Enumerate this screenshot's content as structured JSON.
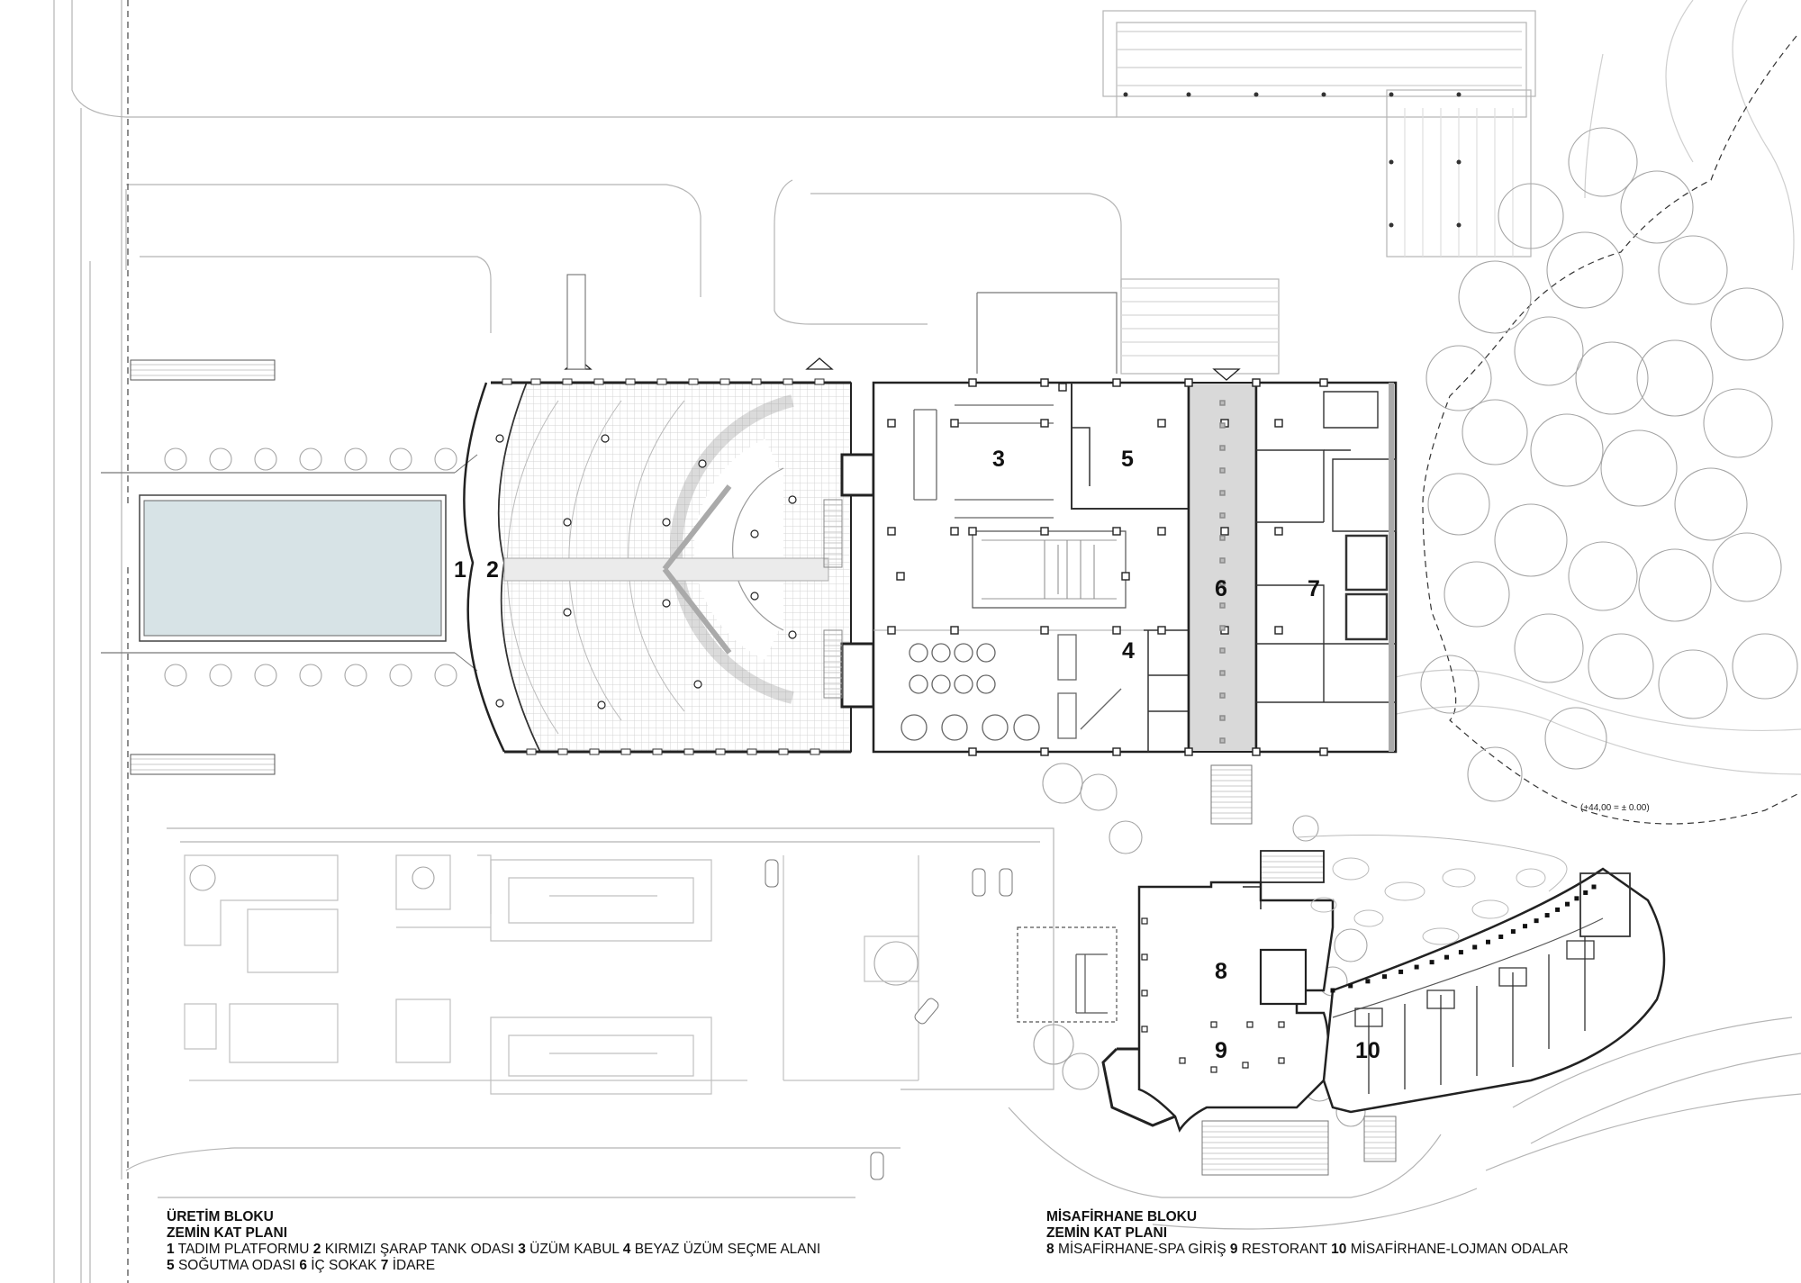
{
  "rooms": [
    {
      "num": "1"
    },
    {
      "num": "2"
    },
    {
      "num": "3"
    },
    {
      "num": "4"
    },
    {
      "num": "5"
    },
    {
      "num": "6"
    },
    {
      "num": "7"
    },
    {
      "num": "8"
    },
    {
      "num": "9"
    },
    {
      "num": "10"
    }
  ],
  "elevation_note": "(+44,00 = ± 0.00)",
  "legend_production": {
    "title1": "ÜRETİM BLOKU",
    "title2": "ZEMİN KAT PLANI",
    "items": [
      {
        "num": "1",
        "text": "TADIM PLATFORMU"
      },
      {
        "num": "2",
        "text": "KIRMIZI ŞARAP TANK ODASI"
      },
      {
        "num": "3",
        "text": "ÜZÜM KABUL"
      },
      {
        "num": "4",
        "text": "BEYAZ ÜZÜM SEÇME ALANI"
      },
      {
        "num": "5",
        "text": "SOĞUTMA ODASI"
      },
      {
        "num": "6",
        "text": "İÇ SOKAK"
      },
      {
        "num": "7",
        "text": "İDARE"
      }
    ]
  },
  "legend_guest": {
    "title1": "MİSAFİRHANE BLOKU",
    "title2": "ZEMİN KAT PLANI",
    "items": [
      {
        "num": "8",
        "text": "MİSAFİRHANE-SPA GİRİŞ"
      },
      {
        "num": "9",
        "text": "RESTORANT"
      },
      {
        "num": "10",
        "text": "MİSAFİRHANE-LOJMAN ODALAR"
      }
    ]
  },
  "colors": {
    "line": "#8a8a8a",
    "wall": "#222222",
    "pool": "#d7e3e6",
    "floor": "#cfcfcf",
    "tree": "#9a9a9a"
  }
}
